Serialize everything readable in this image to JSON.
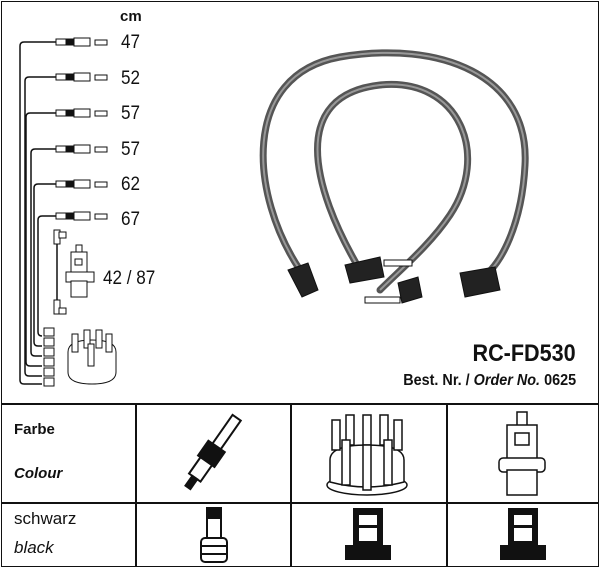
{
  "unit_label": "cm",
  "cable_lengths": [
    "47",
    "52",
    "57",
    "57",
    "62",
    "67"
  ],
  "coil_cable_length": "42 / 87",
  "product": {
    "code": "RC-FD530",
    "order_prefix": "Best. Nr. /",
    "order_label": "Order No.",
    "order_number": "0625"
  },
  "table": {
    "header_de": "Farbe",
    "header_en": "Colour",
    "color_de": "schwarz",
    "color_en": "black",
    "columns": [
      "spark-plug",
      "distributor-cap",
      "ignition-coil"
    ]
  }
}
